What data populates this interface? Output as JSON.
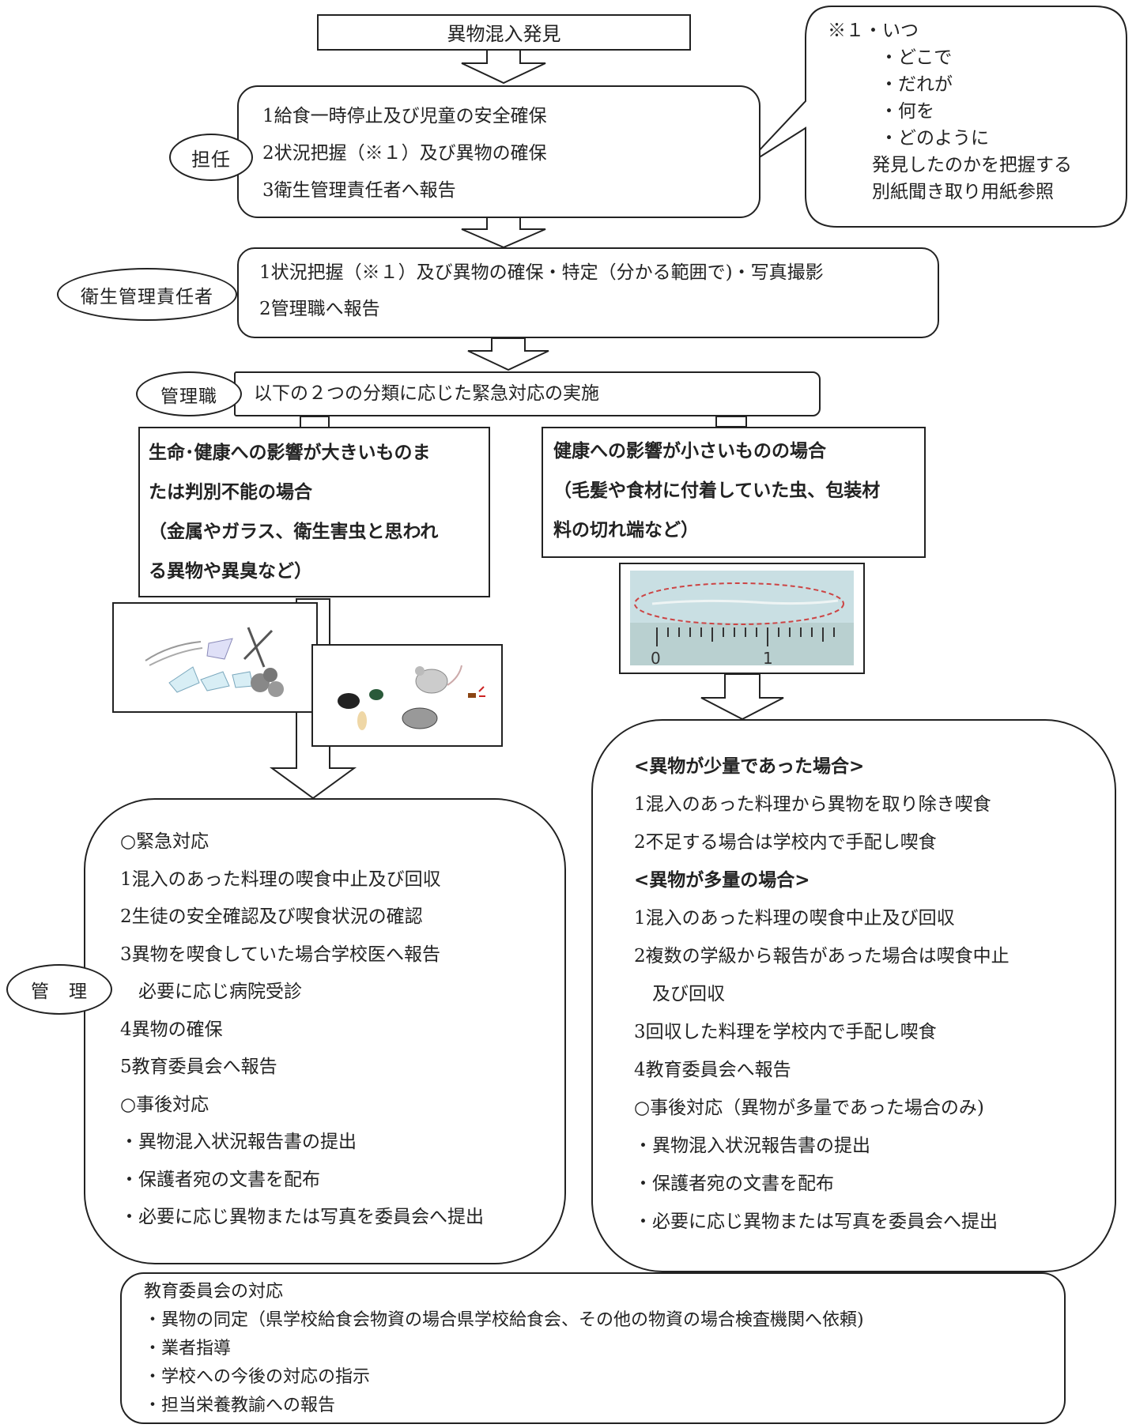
{
  "flow": {
    "start": "異物混入発見",
    "tannin": {
      "role": "担任",
      "steps": [
        "1給食一時停止及び児童の安全確保",
        "2状況把握（※１）及び異物の確保",
        "3衛生管理責任者へ報告"
      ]
    },
    "note": {
      "lines": [
        "※１・いつ",
        "・どこで",
        "・だれが",
        "・何を",
        "・どのように",
        "発見したのかを把握する",
        "別紙聞き取り用紙参照"
      ]
    },
    "eisei": {
      "role": "衛生管理責任者",
      "steps": [
        "1状況把握（※１）及び異物の確保・特定（分かる範囲で)・写真撮影",
        "2管理職へ報告"
      ]
    },
    "kanri_shoku": {
      "role": "管理職",
      "text": "以下の２つの分類に応じた緊急対応の実施"
    },
    "left_case": {
      "lines": [
        "生命･健康への影響が大きいものま",
        "たは判別不能の場合",
        "（金属やガラス、衛生害虫と思われ",
        "る異物や異臭など）"
      ]
    },
    "right_case": {
      "lines": [
        "健康への影響が小さいものの場合",
        "（毛髪や食材に付着していた虫、包装材",
        "料の切れ端など）"
      ]
    },
    "left_response": {
      "role": "管　理",
      "lines": [
        "○緊急対応",
        "1混入のあった料理の喫食中止及び回収",
        "2生徒の安全確認及び喫食状況の確認",
        "3異物を喫食していた場合学校医へ報告",
        "　必要に応じ病院受診",
        "4異物の確保",
        "5教育委員会へ報告",
        "○事後対応",
        "・異物混入状況報告書の提出",
        "・保護者宛の文書を配布",
        "・必要に応じ異物または写真を委員会へ提出"
      ]
    },
    "right_response": {
      "heading_small": "<異物が少量であった場合>",
      "small_lines": [
        "1混入のあった料理から異物を取り除き喫食",
        "2不足する場合は学校内で手配し喫食"
      ],
      "heading_large": "<異物が多量の場合>",
      "large_lines": [
        "1混入のあった料理の喫食中止及び回収",
        "2複数の学級から報告があった場合は喫食中止",
        "　及び回収",
        "3回収した料理を学校内で手配し喫食",
        "4教育委員会へ報告",
        "○事後対応（異物が多量であった場合のみ)",
        "・異物混入状況報告書の提出",
        "・保護者宛の文書を配布",
        "・必要に応じ異物または写真を委員会へ提出"
      ]
    },
    "board": {
      "title": "教育委員会の対応",
      "lines": [
        "・異物の同定（県学校給食会物資の場合県学校給食会、その他の物資の場合検査機関へ依頼)",
        "・業者指導",
        "・学校への今後の対応の指示",
        "・担当栄養教諭への報告"
      ]
    },
    "ruler_labels": [
      "0",
      "1"
    ]
  }
}
